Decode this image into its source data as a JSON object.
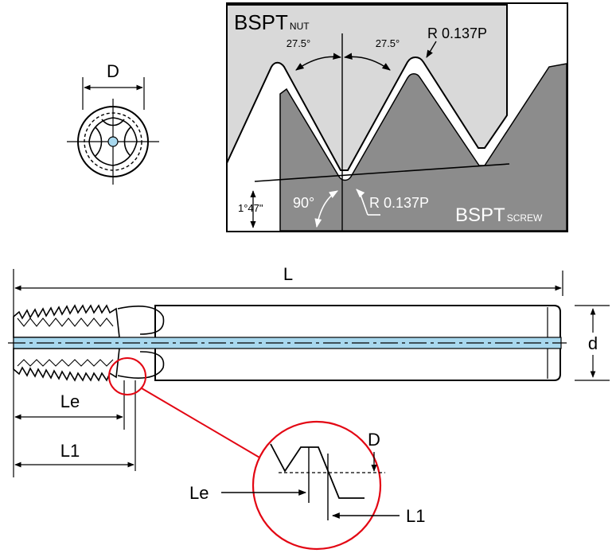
{
  "end_view": {
    "dimension_label": "D"
  },
  "thread_profile": {
    "nut_label_main": "BSPT",
    "nut_label_sub": "NUT",
    "screw_label_main": "BSPT",
    "screw_label_sub": "SCREW",
    "flank_angle_left": "27.5°",
    "flank_angle_right": "27.5°",
    "crest_radius_nut": "R 0.137P",
    "root_radius_screw": "R 0.137P",
    "right_angle": "90°",
    "taper_angle": "1°47\""
  },
  "tap_side_view": {
    "overall_length_label": "L",
    "shank_diameter_label": "d",
    "thread_length_label": "Le",
    "chamfer_length_label": "L1"
  },
  "detail_view": {
    "diameter_label": "D",
    "thread_length_label": "Le",
    "chamfer_length_label": "L1"
  },
  "colors": {
    "background": "#ffffff",
    "nut_fill": "#d9d9d9",
    "screw_fill": "#8c8c8c",
    "coolant_channel": "#a8d8ee",
    "highlight_circle": "#e30613",
    "line": "#000000"
  }
}
